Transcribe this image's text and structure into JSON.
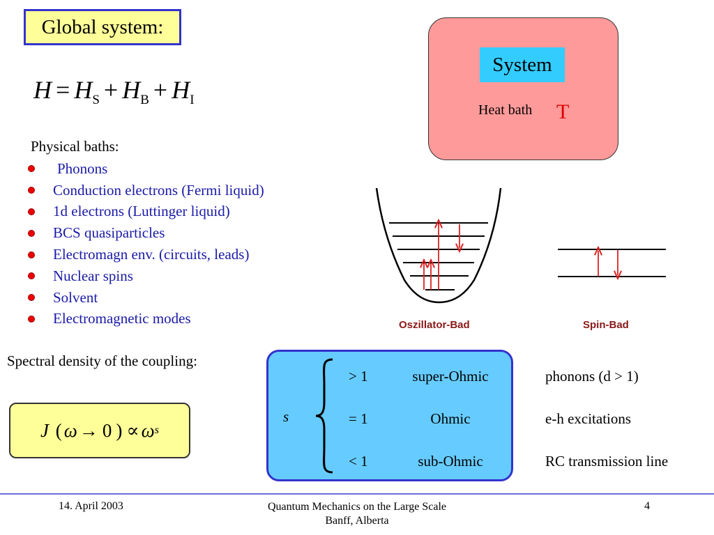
{
  "title": "Global system:",
  "hamiltonian": {
    "lhs": "H",
    "equals": "=",
    "plus": "+",
    "terms": [
      {
        "symbol": "H",
        "sub": "S"
      },
      {
        "symbol": "H",
        "sub": "B"
      },
      {
        "symbol": "H",
        "sub": "I"
      }
    ]
  },
  "baths": {
    "heading": "Physical baths:",
    "items": [
      "Phonons",
      "Conduction electrons (Fermi liquid)",
      "1d electrons (Luttinger liquid)",
      "BCS quasiparticles",
      "Electromagn env. (circuits, leads)",
      "Nuclear spins",
      "Solvent",
      "Electromagnetic modes"
    ]
  },
  "system_diagram": {
    "system_label": "System",
    "heat_bath_label": "Heat bath",
    "temperature_symbol": "T"
  },
  "bath_diagrams": {
    "oscillator_caption": "Oszillator-Bad",
    "spin_caption": "Spin-Bad"
  },
  "spectral": {
    "heading": "Spectral density of the coupling:",
    "formula": {
      "J": "J",
      "lparen": "(",
      "omega": "ω",
      "arrow": "→",
      "zero": "0",
      "rparen": ")",
      "propto": "∝",
      "exponent": "s"
    },
    "variable": "s",
    "cases": [
      {
        "relation": "> 1",
        "name": "super-Ohmic",
        "example": "phonons  (d > 1)"
      },
      {
        "relation": "= 1",
        "name": "Ohmic",
        "example": "e-h excitations"
      },
      {
        "relation": "< 1",
        "name": "sub-Ohmic",
        "example": "RC transmission line"
      }
    ]
  },
  "footer": {
    "date": "14. April 2003",
    "conference_line1": "Quantum Mechanics on the Large Scale",
    "conference_line2": "Banff, Alberta",
    "page_number": "4"
  },
  "colors": {
    "title_fill": "#ffff99",
    "title_border": "#3333cc",
    "list_text": "#1a1aa8",
    "bullet": "#ee0000",
    "system_bath_fill": "#ff9a9a",
    "system_fill": "#33ccff",
    "cases_fill": "#66ccff",
    "arrows": "#dd2222"
  }
}
